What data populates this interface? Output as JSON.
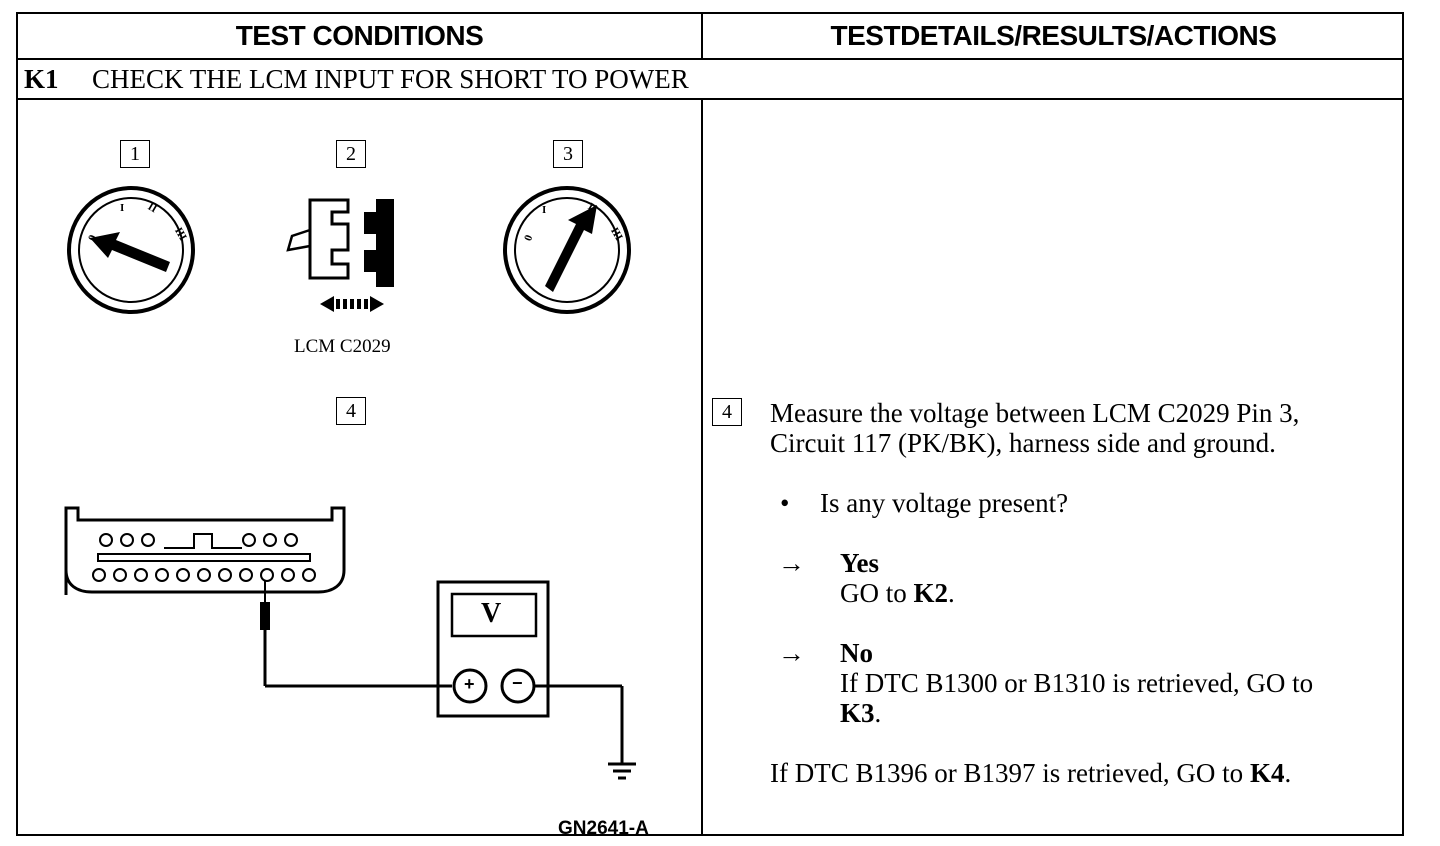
{
  "header": {
    "left": "TEST CONDITIONS",
    "right": "TESTDETAILS/RESULTS/ACTIONS"
  },
  "section": {
    "number": "K1",
    "title": "CHECK THE LCM INPUT FOR SHORT TO POWER"
  },
  "diagram": {
    "steps": [
      "1",
      "2",
      "3",
      "4"
    ],
    "connector_label": "LCM C2029",
    "ignition_labels": [
      "0",
      "I",
      "II",
      "III"
    ],
    "meter_display": "V",
    "meter_plus": "+",
    "meter_minus": "−",
    "figure_id": "GN2641-A"
  },
  "details": {
    "step_number": "4",
    "instruction_line1": "Measure the voltage between LCM C2029 Pin 3,",
    "instruction_line2": "Circuit 117 (PK/BK), harness side and ground.",
    "bullet": "•",
    "question": "Is any voltage present?",
    "arrow": "→",
    "yes_label": "Yes",
    "yes_action_prefix": "GO to ",
    "yes_action_target": "K2",
    "yes_action_suffix": ".",
    "no_label": "No",
    "no_action_line1": "If DTC B1300 or B1310 is retrieved, GO to",
    "no_action_target": "K3",
    "no_action_suffix": ".",
    "extra_prefix": "If DTC B1396 or B1397 is retrieved, GO to ",
    "extra_target": "K4",
    "extra_suffix": "."
  }
}
